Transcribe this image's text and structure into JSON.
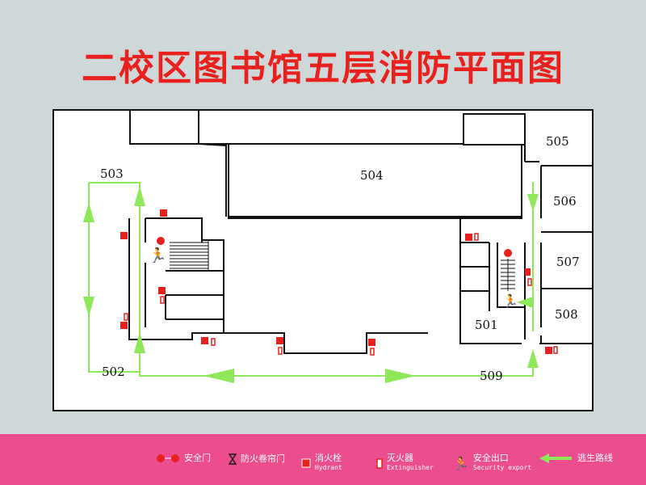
{
  "title": "二校区图书馆五层消防平面图",
  "rooms": {
    "r501": "501",
    "r502": "502",
    "r503": "503",
    "r504": "504",
    "r505": "505",
    "r506": "506",
    "r507": "507",
    "r508": "508",
    "r509": "509"
  },
  "colors": {
    "background": "#cfd8d8",
    "title": "#e8201e",
    "escape_route": "#8fe85a",
    "legend_bar": "#ec4d8e",
    "walls": "#111111"
  },
  "legend": {
    "safety_door": {
      "cn": "安全门",
      "icon": "safety-door-icon"
    },
    "fire_shutter": {
      "cn": "防火卷帘门",
      "icon": "fire-shutter-icon"
    },
    "hydrant": {
      "cn": "消火栓",
      "en": "Hydrant",
      "icon": "hydrant-icon"
    },
    "extinguisher": {
      "cn": "灭火器",
      "en": "Extinguisher",
      "icon": "extinguisher-icon"
    },
    "exit": {
      "cn": "安全出口",
      "en": "Security export",
      "icon": "exit-icon"
    },
    "route": {
      "cn": "逃生路线",
      "icon": "escape-route-arrow-icon"
    }
  }
}
